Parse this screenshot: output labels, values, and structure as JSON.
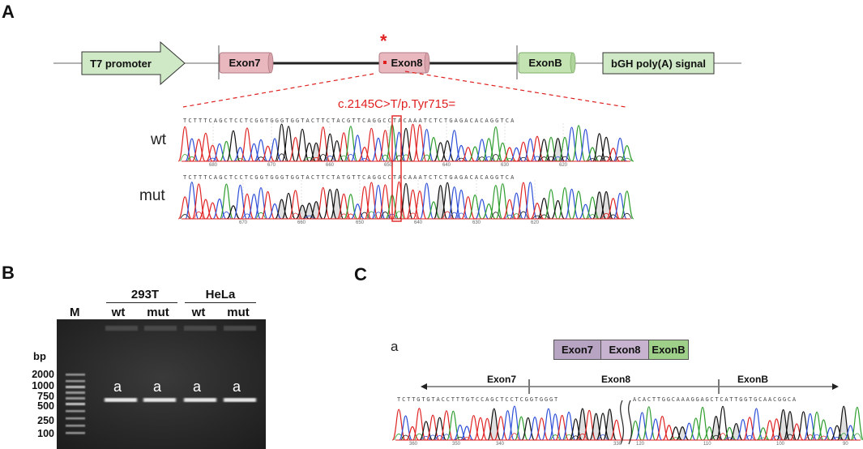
{
  "panel_a": {
    "label": "A",
    "elements": {
      "promoter": "T7 promoter",
      "exon7": "Exon7",
      "exon8": "Exon8",
      "exonb": "ExonB",
      "polya": "bGH poly(A) signal"
    },
    "asterisk": "*",
    "mutation": "c.2145C>T/p.Tyr715=",
    "wt_label": "wt",
    "mut_label": "mut",
    "wt_sequence": "TCTTTCAGCTCCTCGGTGGGTGGTACTTCTACGTTCAGGCCTACAAATCTCTGAGACACAGGTCA",
    "mut_sequence": "TCTTTCAGCTCCTCGGTGGGTGGTACTTCTATGTTCAGGCCTACAAATCTCTGAGACACAGGTCA",
    "wt_ticks": [
      "680",
      "670",
      "660",
      "650",
      "640",
      "630",
      "620"
    ],
    "mut_ticks": [
      "670",
      "660",
      "650",
      "640",
      "630",
      "620"
    ]
  },
  "panel_b": {
    "label": "B",
    "marker_label": "M",
    "bp_label": "bp",
    "ladder": [
      "2000",
      "1000",
      "750",
      "500",
      "250",
      "100"
    ],
    "cell_lines": [
      "293T",
      "HeLa"
    ],
    "lanes": [
      "wt",
      "mut",
      "wt",
      "mut"
    ],
    "band_label": "a"
  },
  "panel_c": {
    "label": "C",
    "isoform_label": "a",
    "exons": [
      "Exon7",
      "Exon8",
      "ExonB"
    ],
    "sequence_left": "TCTTGTGTACCTTTGTCCAGCTCCTCGGTGGGT",
    "sequence_right": "ACACTTGGCAAAGGAGCTCATTGGTGCAACGGCA",
    "ticks": [
      "360",
      "350",
      "340",
      "330",
      "120",
      "110",
      "100",
      "90"
    ]
  },
  "colors": {
    "promoter_fill": "#cfe8c5",
    "exon_pink": "#e8b8be",
    "exon_green": "#c3e3b2",
    "exon7_box": "#b7a3c2",
    "exon8_box": "#c7b3cf",
    "exonb_box": "#9fd08a",
    "mutation_red": "#e02020",
    "trace_a": "#2e9e2e",
    "trace_c": "#2d4fd8",
    "trace_g": "#111111",
    "trace_t": "#e02424"
  }
}
